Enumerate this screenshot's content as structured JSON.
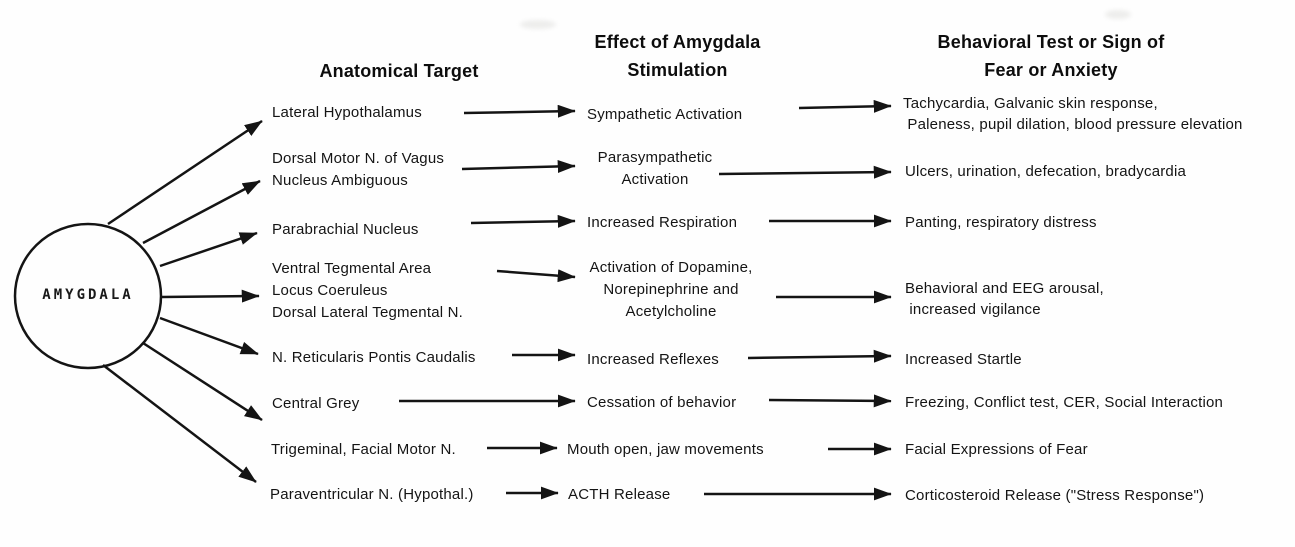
{
  "diagram": {
    "source_label": "AMYGDALA",
    "headers": {
      "col1": "Anatomical Target",
      "col2": "Effect of Amygdala\nStimulation",
      "col3": "Behavioral Test or Sign of\nFear or Anxiety"
    },
    "rows": [
      {
        "target": "Lateral Hypothalamus",
        "effect": "Sympathetic Activation",
        "behavior": "Tachycardia, Galvanic skin response,\n Paleness, pupil dilation, blood pressure elevation"
      },
      {
        "target": "Dorsal Motor N. of Vagus\nNucleus Ambiguous",
        "effect": "Parasympathetic\nActivation",
        "behavior": "Ulcers, urination, defecation, bradycardia"
      },
      {
        "target": "Parabrachial Nucleus",
        "effect": "Increased Respiration",
        "behavior": "Panting, respiratory distress"
      },
      {
        "target": "Ventral Tegmental Area\nLocus Coeruleus\nDorsal Lateral Tegmental N.",
        "effect": "Activation of Dopamine,\nNorepinephrine and\nAcetylcholine",
        "behavior": "Behavioral and EEG arousal,\n increased vigilance"
      },
      {
        "target": "N. Reticularis Pontis Caudalis",
        "effect": "Increased Reflexes",
        "behavior": "Increased Startle"
      },
      {
        "target": "Central Grey",
        "effect": "Cessation of behavior",
        "behavior": "Freezing, Conflict test, CER, Social Interaction"
      },
      {
        "target": "Trigeminal, Facial Motor N.",
        "effect": "Mouth open, jaw movements",
        "behavior": "Facial Expressions of Fear"
      },
      {
        "target": "Paraventricular N. (Hypothal.)",
        "effect": "ACTH Release",
        "behavior": "Corticosteroid Release (\"Stress Response\")"
      }
    ],
    "colors": {
      "ink": "#141414",
      "paper": "#fefefe"
    }
  }
}
